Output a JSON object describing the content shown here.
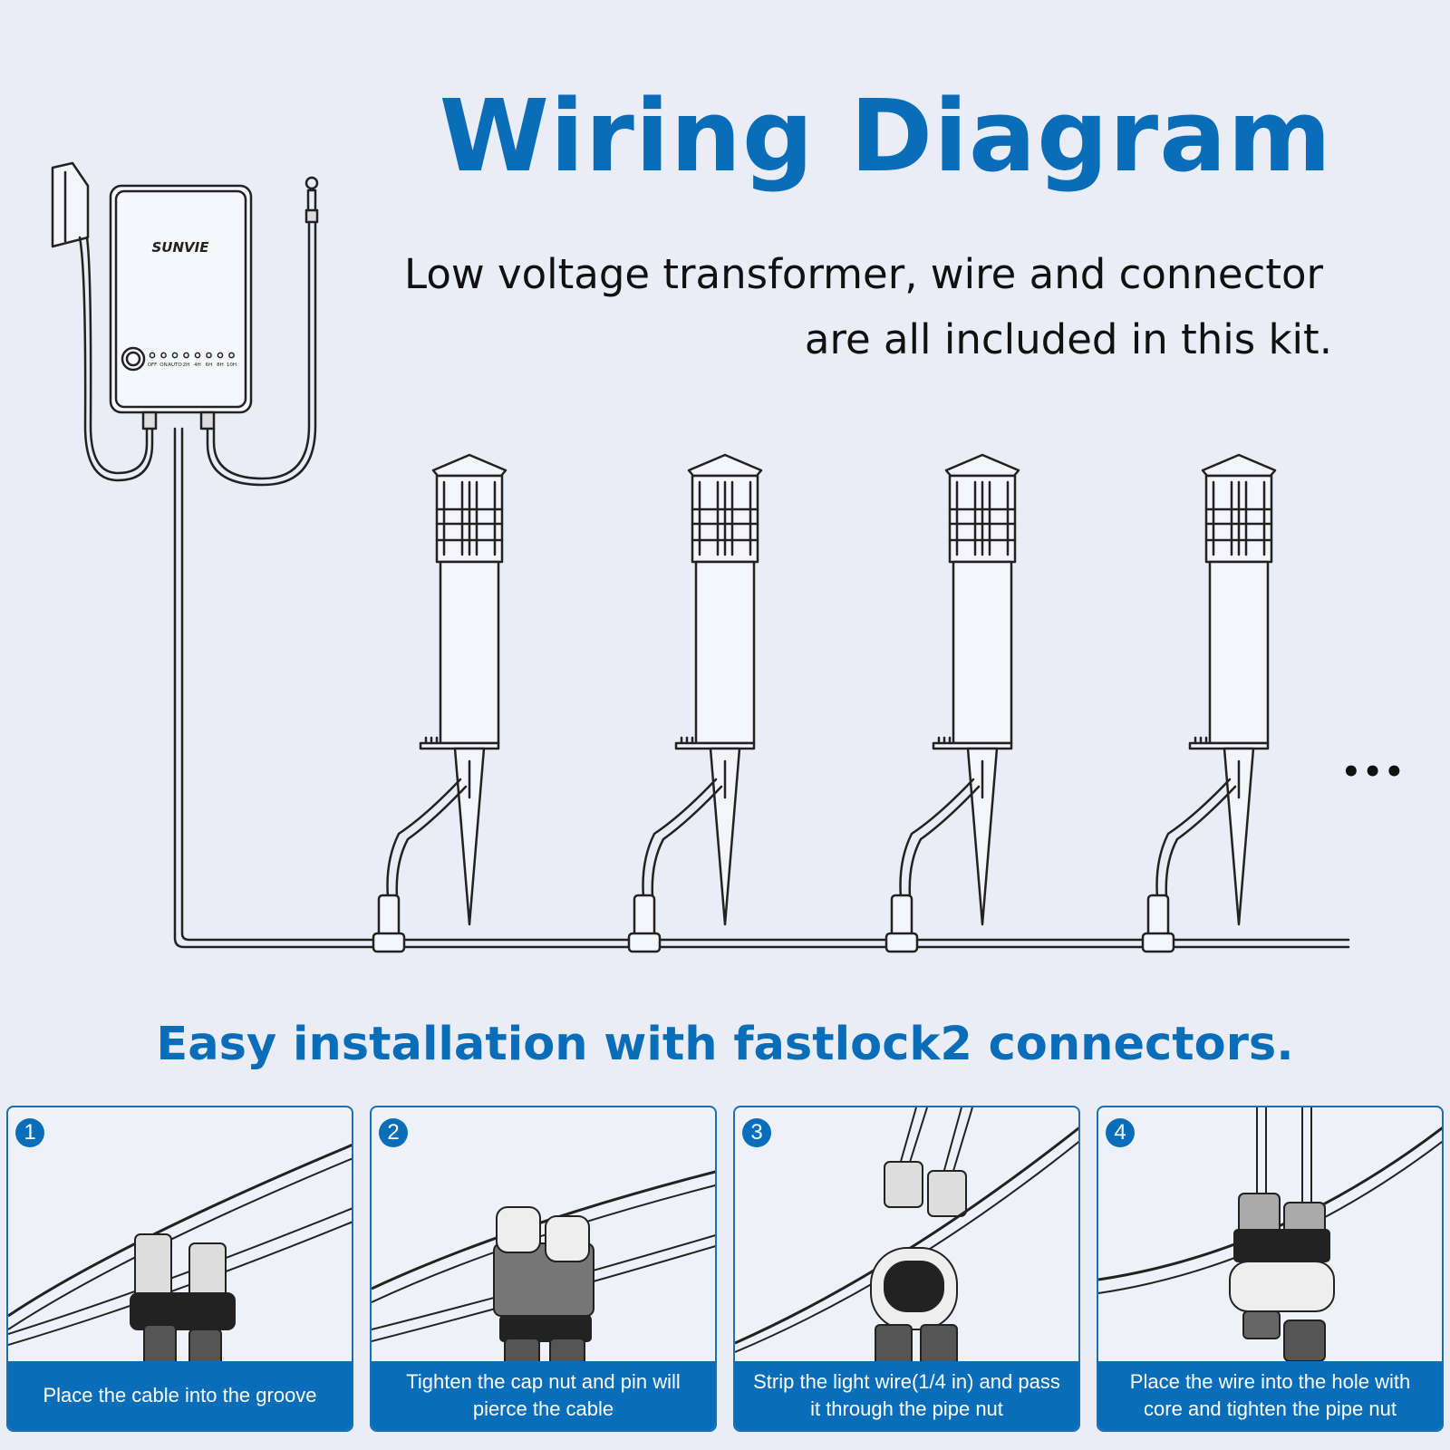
{
  "title": "Wiring Diagram",
  "subtitle_line1": "Low voltage transformer, wire and connector",
  "subtitle_line2": "are all included in this kit.",
  "brand": "SUNVIE",
  "transformer_labels": [
    "OFF",
    "ON",
    "AUTO",
    "2H",
    "4H",
    "6H",
    "8H",
    "10H"
  ],
  "more_indicator": "•••",
  "install_heading": "Easy installation with fastlock2 connectors.",
  "steps": [
    {
      "number": "1",
      "caption": "Place the cable into the groove"
    },
    {
      "number": "2",
      "caption": "Tighten the cap nut and pin will pierce the cable"
    },
    {
      "number": "3",
      "caption": "Strip the light wire(1/4 in) and pass it through the pipe nut"
    },
    {
      "number": "4",
      "caption": "Place the wire into the hole with core and tighten the pipe nut"
    }
  ],
  "colors": {
    "accent": "#0a6dba",
    "background": "#eaedf5",
    "text": "#111111"
  }
}
